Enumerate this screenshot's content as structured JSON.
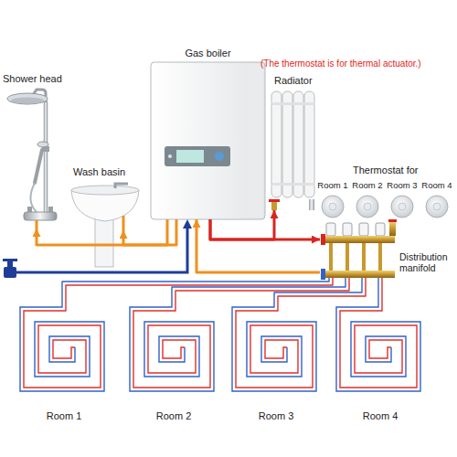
{
  "diagram": {
    "nodes": [
      {
        "text": [
          "Shower head"
        ]
      },
      {
        "text": [
          "Wash basin"
        ]
      },
      {
        "text": [
          "Gas boiler"
        ]
      },
      {
        "text": [
          "Radiator"
        ]
      },
      {
        "text": [
          "Room 1"
        ]
      },
      {
        "text": [
          "Room 2"
        ]
      },
      {
        "text": [
          "Room 3"
        ]
      },
      {
        "text": [
          "Room 4"
        ]
      },
      {
        "text": [
          "Distribution manifold"
        ]
      },
      {
        "text": [
          "Room 1"
        ]
      },
      {
        "text": [
          "Room 2"
        ]
      },
      {
        "text": [
          "Room 3"
        ]
      },
      {
        "text": [
          "Room 4"
        ]
      }
    ],
    "edges": [
      {
        "from": 2,
        "to": 0,
        "arrow": "to"
      },
      {
        "from": 2,
        "to": 1,
        "arrow": "to"
      },
      {
        "from": 2,
        "to": 3,
        "arrow": "to"
      },
      {
        "from": 2,
        "to": 8,
        "arrow": "to"
      },
      {
        "from": 8,
        "to": 2,
        "arrow": "to"
      },
      {
        "from": 8,
        "to": 9,
        "arrow": "none"
      },
      {
        "from": 8,
        "to": 10,
        "arrow": "none"
      },
      {
        "from": 8,
        "to": 11,
        "arrow": "none"
      },
      {
        "from": 8,
        "to": 12,
        "arrow": "none"
      }
    ],
    "labels": [
      "(The thermostat is for thermal actuator.)",
      "Thermostat for"
    ]
  }
}
